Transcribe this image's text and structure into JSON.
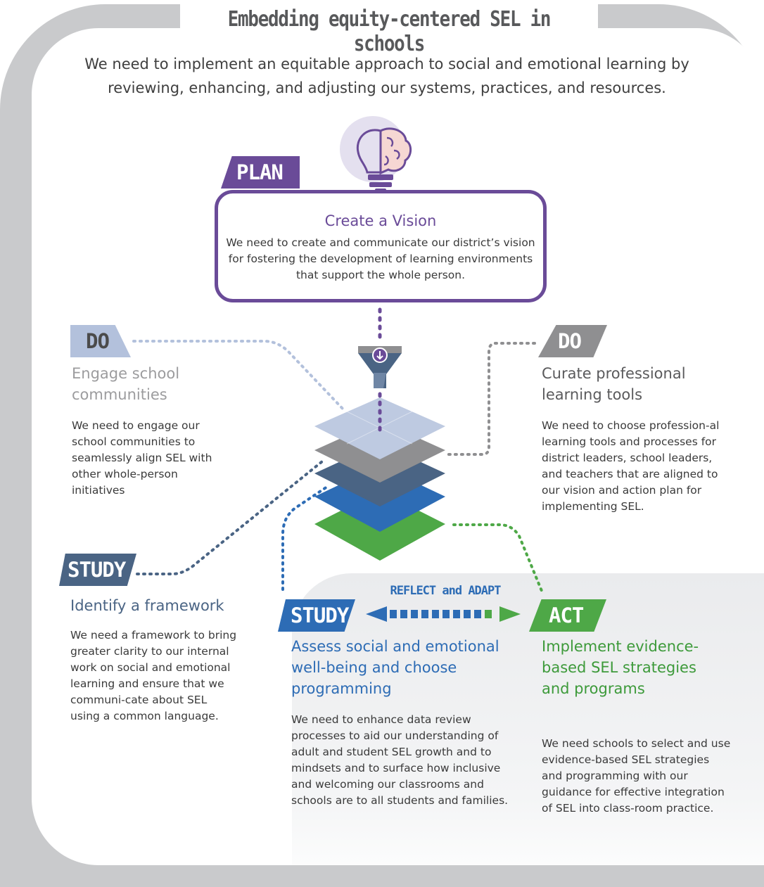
{
  "title": "Embedding equity-centered SEL in schools",
  "intro": "We need to implement an equitable approach to social and emotional learning by reviewing, enhancing, and adjusting our systems, practices, and resources.",
  "plan": {
    "tag": "PLAN",
    "title": "Create a Vision",
    "body": "We need to create and communicate our district’s vision for fostering the development of learning environments that support the whole person."
  },
  "do_engage": {
    "tag": "DO",
    "title": "Engage school communities",
    "body": "We need to engage our school communities to seamlessly align SEL with other whole-person initiatives"
  },
  "do_curate": {
    "tag": "DO",
    "title": "Curate professional learning tools",
    "body": "We need to choose profession-al learning tools and processes for district leaders, school leaders, and teachers that are aligned to our vision and action plan for implementing SEL."
  },
  "study_framework": {
    "tag": "STUDY",
    "title": "Identify a framework",
    "body": "We need a framework to bring greater clarity to our internal work on social and emotional learning and ensure that we communi-cate about SEL using a common language."
  },
  "study_assess": {
    "tag": "STUDY",
    "title": "Assess social and emotional well-being and choose programming",
    "body": "We need to enhance data review processes to aid our understanding of adult and student SEL growth and to mindsets and to surface how inclusive and welcoming our classrooms and schools are to all students and families."
  },
  "act": {
    "tag": "ACT",
    "title": "Implement evidence-based SEL strategies and programs",
    "body": "We need schools to select and use evidence-based SEL strategies and programming with our guidance for effective integration of SEL into class-room practice."
  },
  "reflect_label": "REFLECT and ADAPT",
  "colors": {
    "plan": "#6a4b98",
    "do_light": "#b3c1dc",
    "do_grey": "#8f8f91",
    "study_dark": "#4a6484",
    "study_blue": "#2d6cb5",
    "act_green": "#4ea847",
    "frame_grey": "#c9cacc"
  },
  "icons": [
    "lightbulb-brain-icon",
    "funnel-icon",
    "layer-stack-icon",
    "double-arrow-icon"
  ]
}
